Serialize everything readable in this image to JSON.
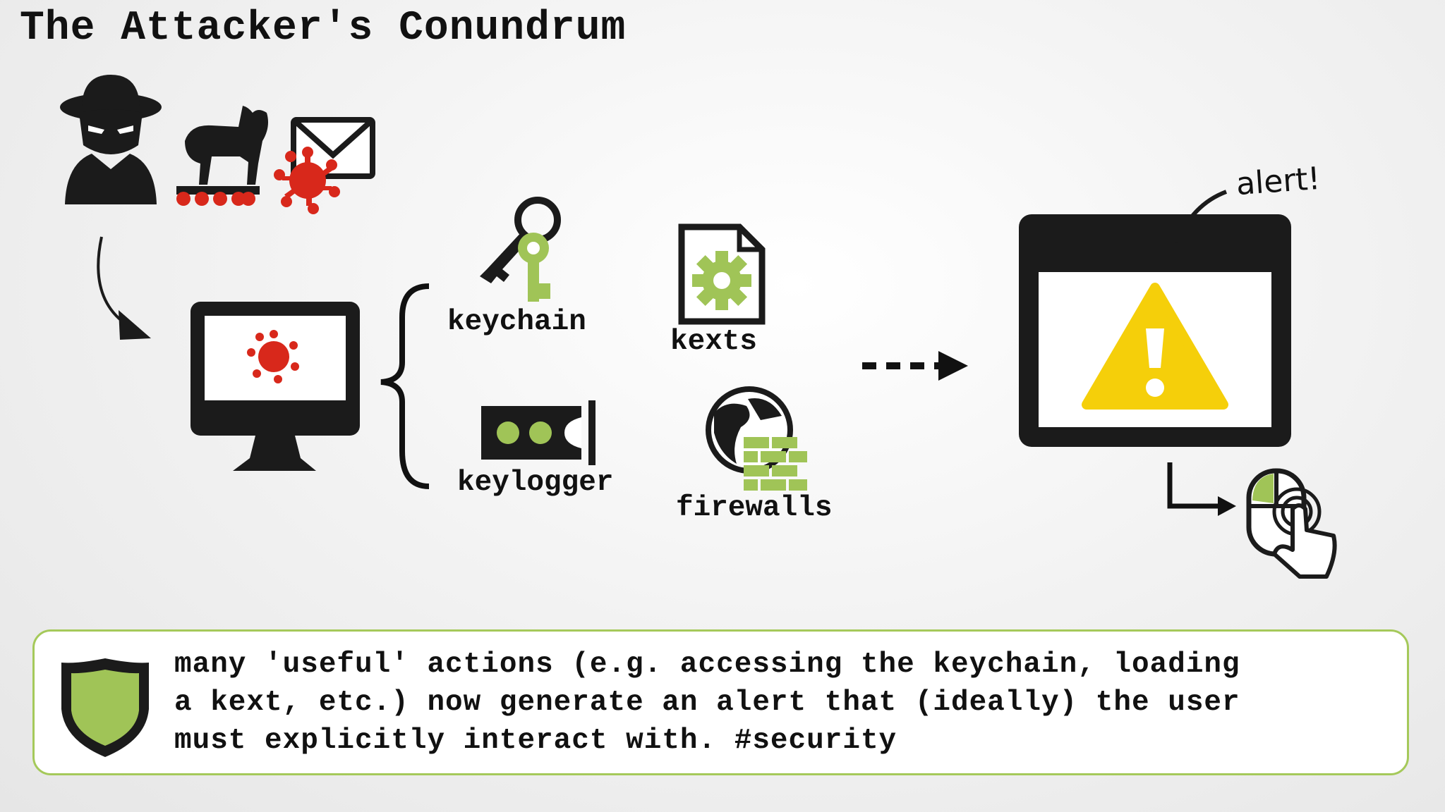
{
  "title": "The Attacker's Conundrum",
  "labels": {
    "keychain": "keychain",
    "kexts": "kexts",
    "keylogger": "keylogger",
    "firewalls": "firewalls",
    "alert": "alert!"
  },
  "note": {
    "text": "many 'useful' actions (e.g. accessing the keychain, loading\na kext, etc.) now generate an alert that (ideally) the user\nmust explicitly interact with. #security"
  },
  "icons": [
    "hacker-icon",
    "trojan-horse-icon",
    "email-virus-icon",
    "computer-infected-icon",
    "keychain-icon",
    "kext-file-icon",
    "keylogger-icon",
    "firewall-icon",
    "alert-window-icon",
    "mouse-click-icon",
    "shield-icon"
  ],
  "colors": {
    "accent_green": "#a0c457",
    "virus_red": "#d8281b",
    "warning_yellow": "#f5cf0a",
    "dark": "#1b1b1b"
  }
}
